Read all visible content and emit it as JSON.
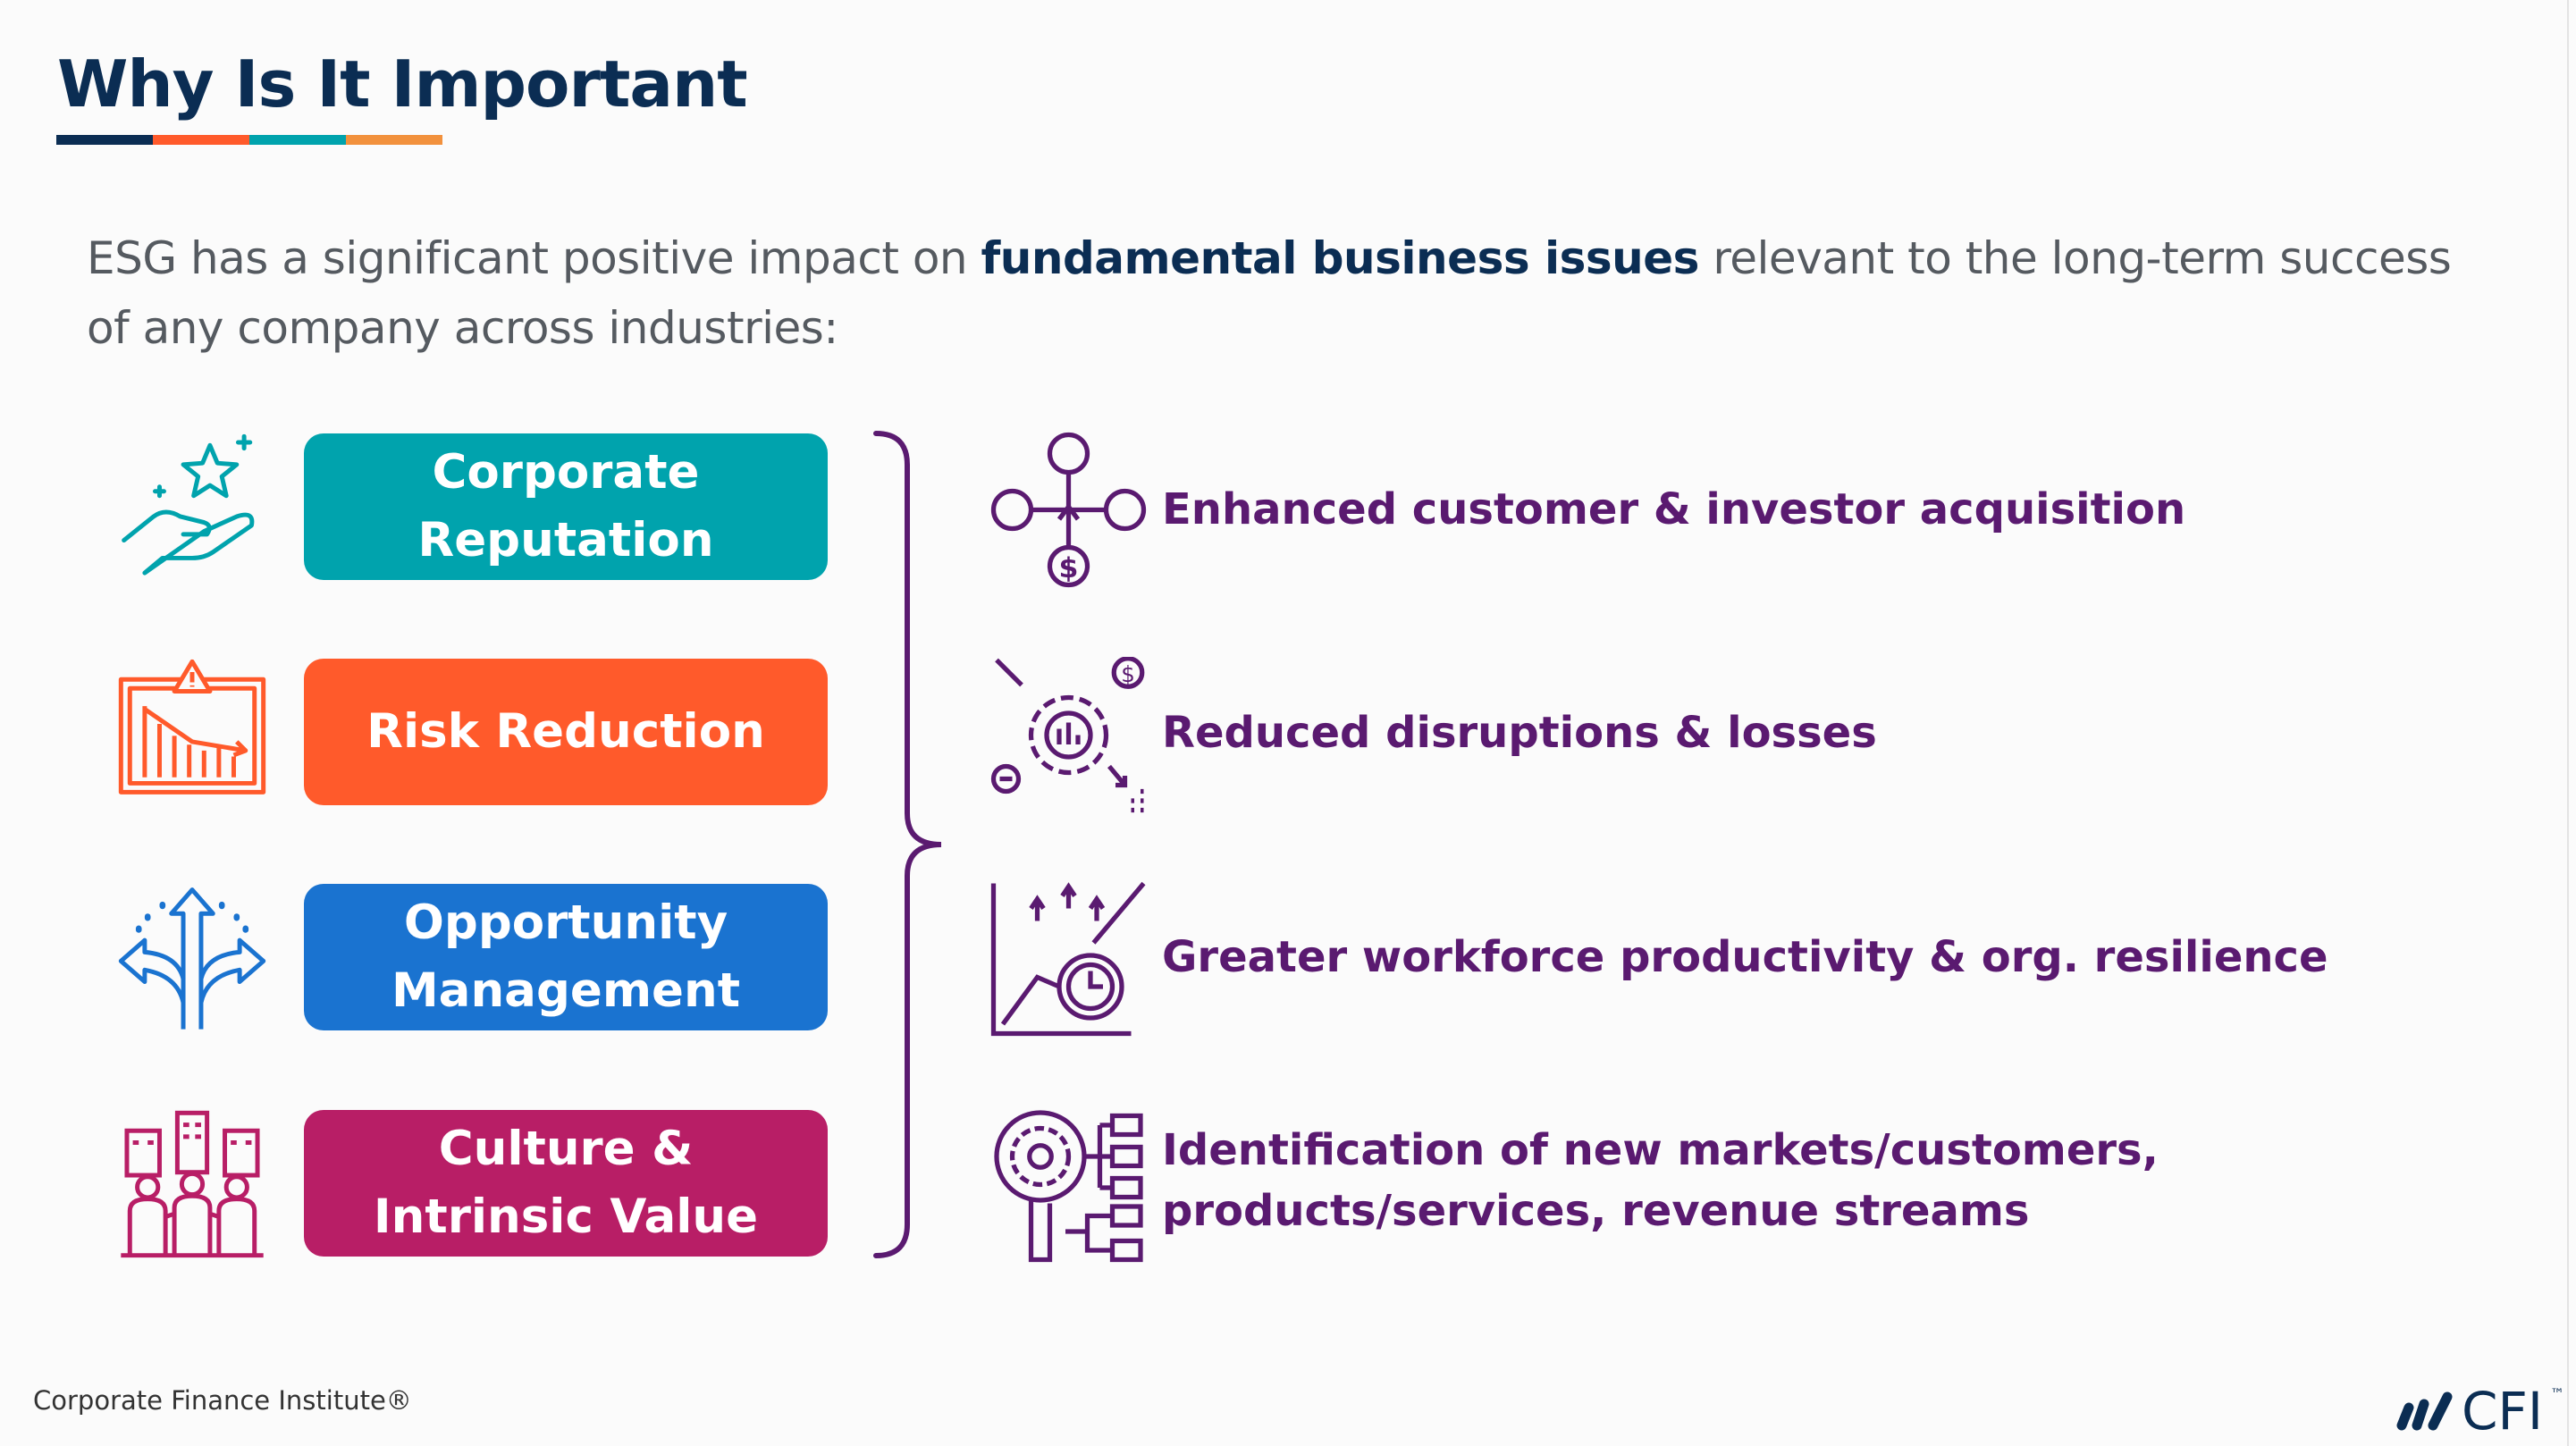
{
  "header": {
    "title": "Why Is It Important"
  },
  "colors": {
    "navy": "#0b2d53",
    "orange": "#ff5a2b",
    "teal": "#00a3ad",
    "light_orange": "#f2913d",
    "blue": "#1a73d0",
    "magenta": "#b81e66",
    "purple": "#5a1a70"
  },
  "intro": {
    "before": "ESG has a significant positive impact on ",
    "bold": "fundamental business issues",
    "after": " relevant to the long-term success of any company across industries:"
  },
  "issues": [
    {
      "label": "Corporate Reputation",
      "icon": "hand-star-icon"
    },
    {
      "label": "Risk Reduction",
      "icon": "chart-warning-icon"
    },
    {
      "label": "Opportunity Management",
      "icon": "diverging-arrows-icon"
    },
    {
      "label": "Culture & Intrinsic Value",
      "icon": "people-city-icon"
    }
  ],
  "outcomes": [
    {
      "label": "Enhanced customer & investor acquisition",
      "icon": "network-people-icon"
    },
    {
      "label": "Reduced disruptions & losses",
      "icon": "gear-dollar-icon"
    },
    {
      "label": "Greater workforce productivity & org. resilience",
      "icon": "growth-clock-icon"
    },
    {
      "label": "Identification of new markets/customers, products/services, revenue streams",
      "icon": "search-gear-flow-icon"
    }
  ],
  "footer": {
    "copyright": "Corporate Finance Institute®",
    "logo_text": "CFI",
    "logo_tm": "™"
  }
}
